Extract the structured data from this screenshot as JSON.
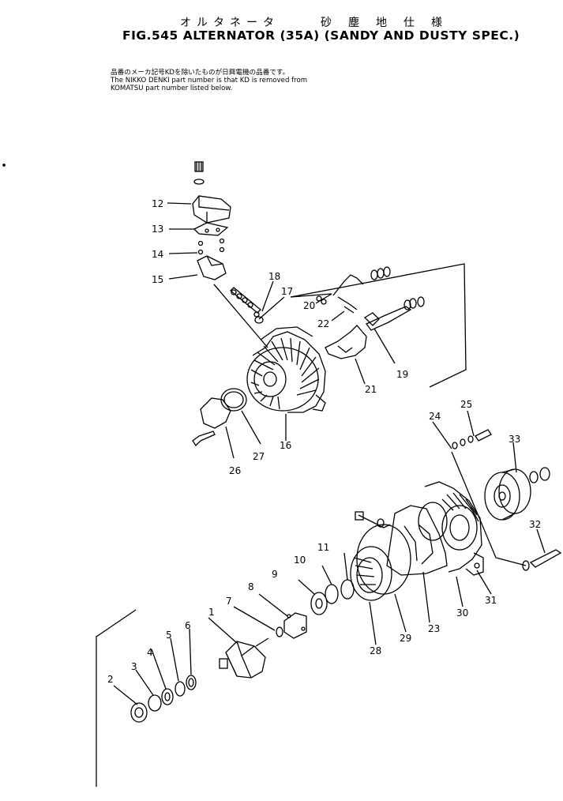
{
  "header": {
    "jp_part_name": "オルタネータ",
    "jp_spec": "砂塵地仕様",
    "figure_title": "FIG.545  ALTERNATOR (35A) (SANDY AND DUSTY SPEC.)"
  },
  "note": {
    "jp_line": "品番のメーカ記号KDを除いたものが日興電機の品番です。",
    "en_line1": "The NIKKO DENKI part number is that KD is removed from",
    "en_line2": "KOMATSU part number listed below."
  },
  "callouts": [
    "1",
    "2",
    "3",
    "4",
    "5",
    "6",
    "7",
    "8",
    "9",
    "10",
    "11",
    "12",
    "13",
    "14",
    "15",
    "16",
    "17",
    "18",
    "19",
    "20",
    "21",
    "22",
    "23",
    "24",
    "25",
    "26",
    "27",
    "28",
    "29",
    "30",
    "31",
    "32",
    "33"
  ]
}
